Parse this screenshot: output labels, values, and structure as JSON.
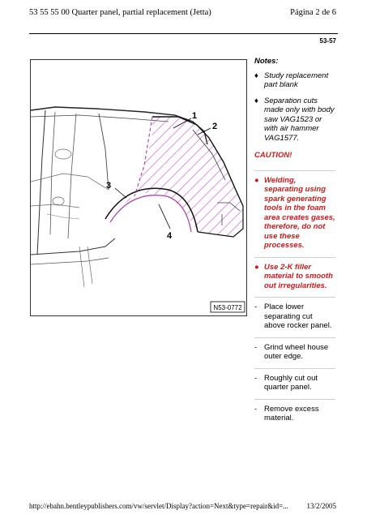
{
  "header": {
    "title": "53 55 55 00 Quarter panel, partial replacement (Jetta)",
    "page": "Página 2 de 6"
  },
  "page_code": "53-57",
  "figure": {
    "callouts": [
      "1",
      "2",
      "3",
      "4"
    ],
    "figure_id": "N53-0772"
  },
  "notes": {
    "title": "Notes:",
    "items": [
      "Study replacement part blank",
      "Separation cuts made only with body saw VAG1523 or with air hammer VAG1577."
    ]
  },
  "caution": {
    "title": "CAUTION!",
    "items": [
      "Welding, separating using spark generating tools in the foam area creates gases, therefore, do not use these processes.",
      "Use 2-K filler material to smooth out irregularities."
    ]
  },
  "steps": [
    "Place lower separating cut above rocker panel.",
    "Grind wheel house outer edge.",
    "Roughly cut out quarter panel.",
    "Remove excess material."
  ],
  "footer": {
    "url": "http://ebahn.bentleypublishers.com/vw/servlet/Display?action=Next&type=repair&id=...",
    "date": "13/2/2005"
  }
}
